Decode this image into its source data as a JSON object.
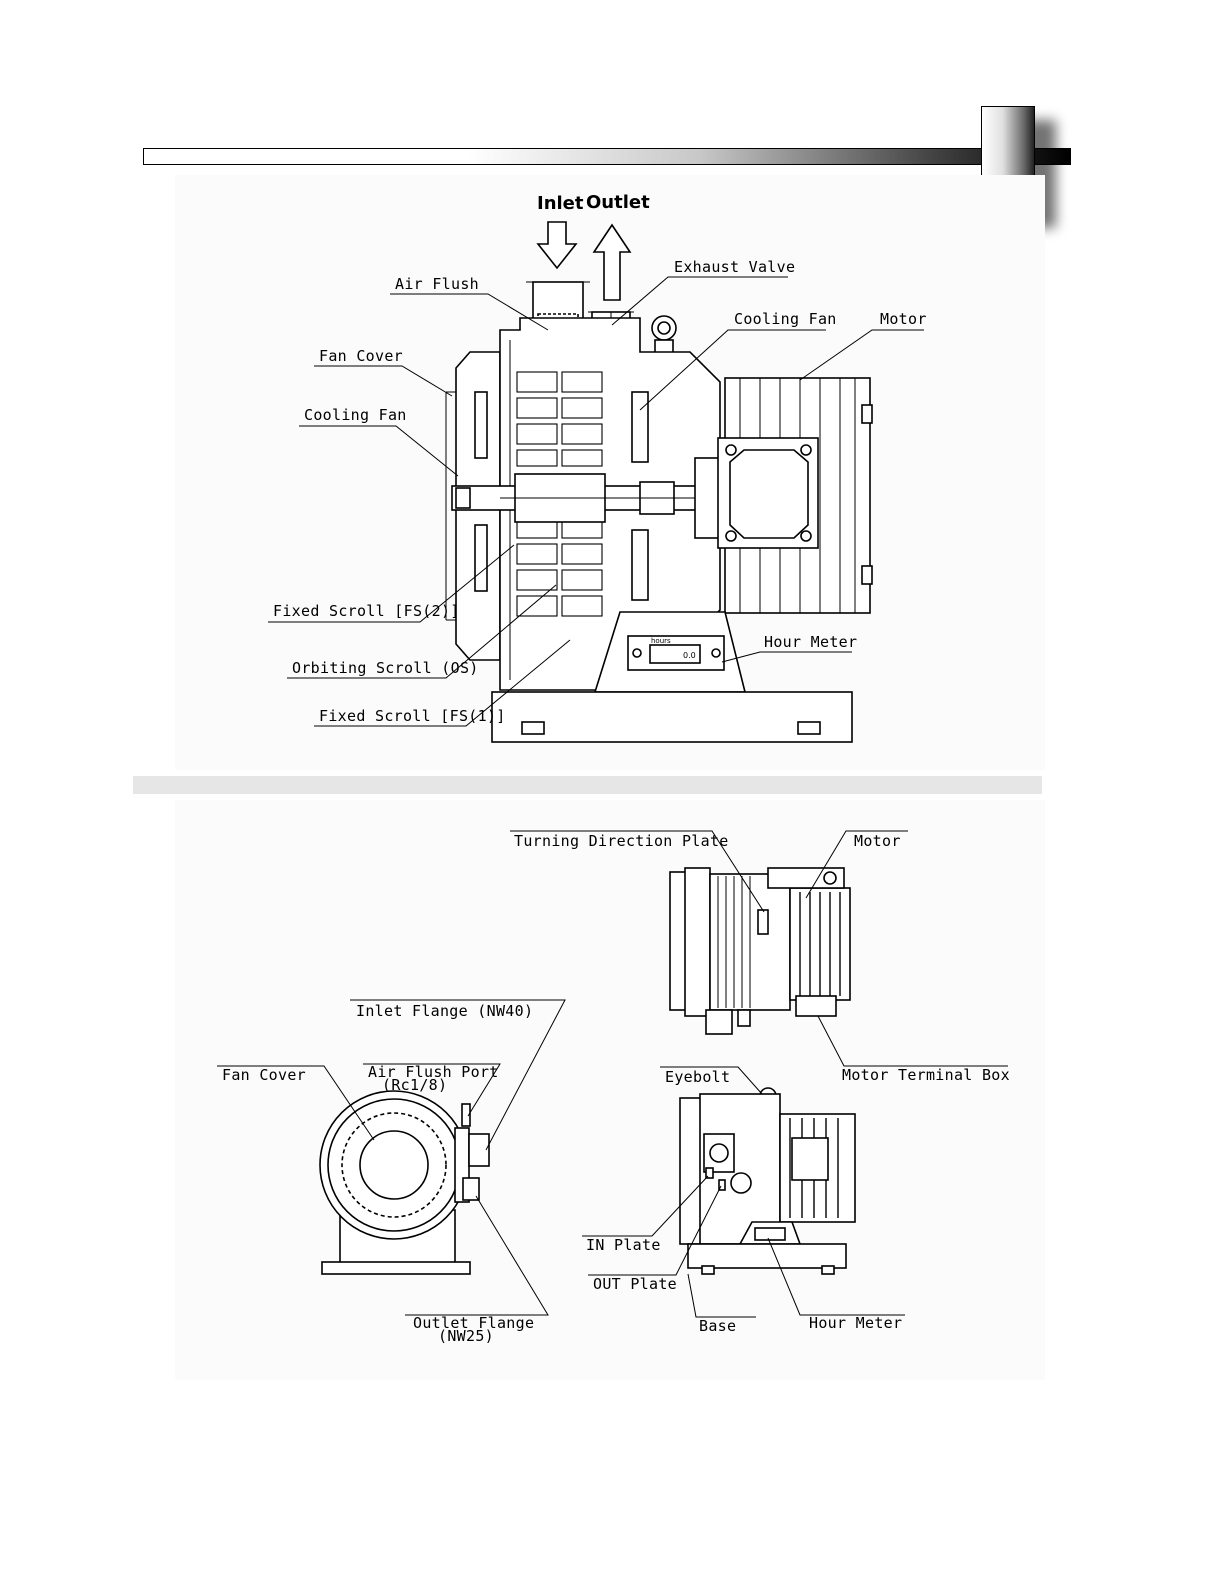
{
  "flow": {
    "inlet": "Inlet",
    "outlet": "Outlet"
  },
  "cross_section": {
    "labels": {
      "air_flush": "Air Flush",
      "exhaust_valve": "Exhaust Valve",
      "cooling_fan_right": "Cooling Fan",
      "motor": "Motor",
      "fan_cover": "Fan Cover",
      "cooling_fan_left": "Cooling Fan",
      "fixed_scroll_2": "Fixed Scroll [FS(2)]",
      "orbiting_scroll": "Orbiting Scroll (OS)",
      "fixed_scroll_1": "Fixed Scroll [FS(1)]",
      "hour_meter": "Hour Meter"
    },
    "hour_meter_display": {
      "unit": "hours",
      "value": "0.0"
    }
  },
  "external_views": {
    "labels": {
      "turning_direction_plate": "Turning Direction Plate",
      "motor": "Motor",
      "inlet_flange": "Inlet Flange (NW40)",
      "fan_cover": "Fan Cover",
      "air_flush_port": "Air Flush Port",
      "air_flush_port_size": "(Rc1/8)",
      "eyebolt": "Eyebolt",
      "motor_terminal_box": "Motor Terminal Box",
      "in_plate": "IN Plate",
      "out_plate": "OUT Plate",
      "outlet_flange": "Outlet Flange",
      "outlet_flange_size": "(NW25)",
      "base": "Base",
      "hour_meter": "Hour Meter"
    }
  }
}
